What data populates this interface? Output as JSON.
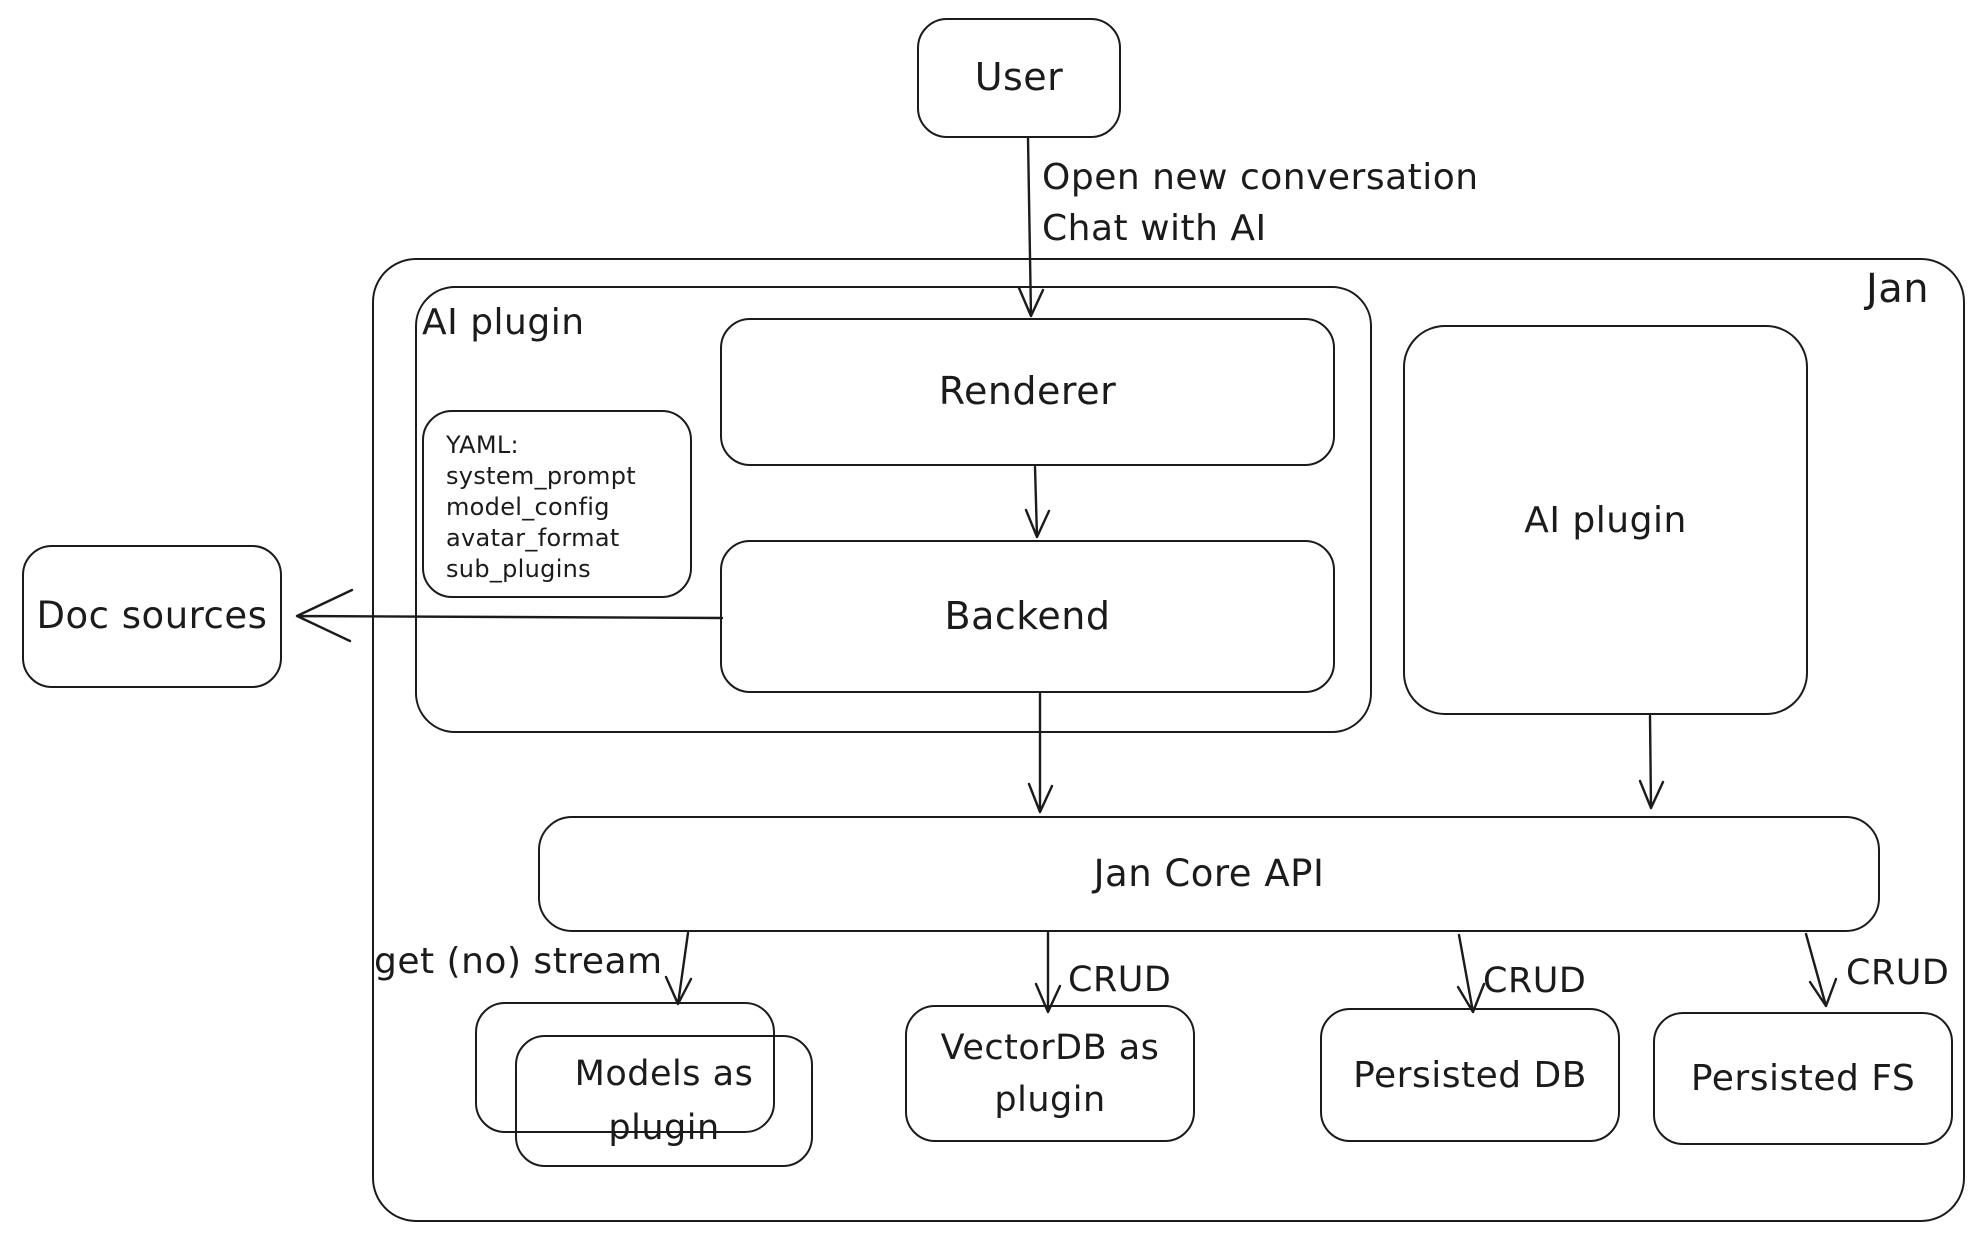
{
  "colors": {
    "stroke": "#1b1b1b",
    "background": "#ffffff"
  },
  "container": {
    "label": "Jan"
  },
  "nodes": {
    "user": {
      "label": "User"
    },
    "ai_plugin_group": {
      "label": "AI plugin"
    },
    "renderer": {
      "label": "Renderer"
    },
    "backend": {
      "label": "Backend"
    },
    "yaml_note": {
      "line1": "YAML:",
      "line2": "system_prompt",
      "line3": "model_config",
      "line4": "avatar_format",
      "line5": "sub_plugins"
    },
    "ai_plugin_right": {
      "label": "AI plugin"
    },
    "doc_sources": {
      "label": "Doc sources"
    },
    "jan_core_api": {
      "label": "Jan Core API"
    },
    "models_plugin": {
      "line1": "Models as",
      "line2": "plugin"
    },
    "vectordb_plugin": {
      "line1": "VectorDB as",
      "line2": "plugin"
    },
    "persisted_db": {
      "label": "Persisted DB"
    },
    "persisted_fs": {
      "label": "Persisted FS"
    }
  },
  "edges": {
    "user_to_renderer": {
      "line1": "Open new conversation",
      "line2": "Chat with AI"
    },
    "core_to_models": {
      "label": "get (no) stream"
    },
    "core_to_vectordb": {
      "label": "CRUD"
    },
    "core_to_persisted_db": {
      "label": "CRUD"
    },
    "core_to_persisted_fs": {
      "label": "CRUD"
    }
  }
}
